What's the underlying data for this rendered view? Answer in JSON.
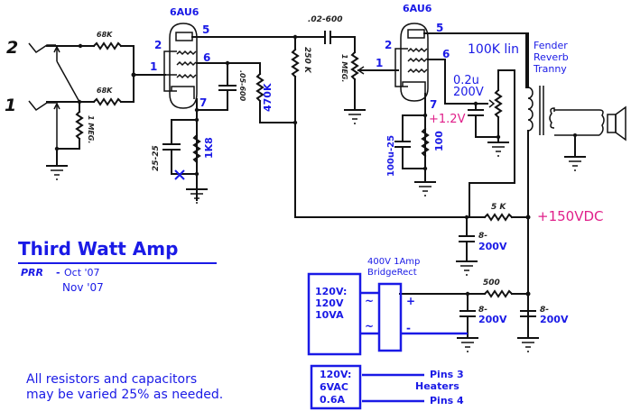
{
  "title": "Third Watt Amp",
  "credits": {
    "author": "PRR",
    "dash": "-",
    "date1": "Oct '07",
    "date2": "Nov '07"
  },
  "note": {
    "line1": "All resistors and capacitors",
    "line2": "may be varied 25% as needed."
  },
  "inputs": {
    "jack2": "2",
    "jack1": "1",
    "r_top": "68K",
    "r_bottom": "68K",
    "r_shunt": "1 MEG."
  },
  "stage1": {
    "tube": "6AU6",
    "pins": {
      "p5": "5",
      "p2": "2",
      "p6": "6",
      "p1": "1",
      "p7": "7"
    },
    "screen_cap": ".05-600",
    "screen_res": "470K",
    "plate_res": "250 K",
    "cathode_cap": "25-25",
    "cathode_res": "1K8"
  },
  "coupling": {
    "cap": ".02-600",
    "volume_pot": "1 MEG."
  },
  "stage2": {
    "tube": "6AU6",
    "pins": {
      "p5": "5",
      "p2": "2",
      "p6": "6",
      "p1": "1",
      "p7": "7"
    },
    "cathode_voltage": "+1.2V",
    "cathode_cap": "100u-25",
    "cathode_res": "100",
    "tone_pot": "100K lin",
    "tone_cap_line1": "0.2u",
    "tone_cap_line2": "200V"
  },
  "output": {
    "transformer_line1": "Fender",
    "transformer_line2": "Reverb",
    "transformer_line3": "Tranny"
  },
  "supply": {
    "rail_voltage": "+150VDC",
    "r_5k": "5 K",
    "r_500": "500",
    "cap1_value": "8-",
    "cap1_voltage": "200V",
    "cap2_value": "8-",
    "cap2_voltage": "200V",
    "cap3_value": "8-",
    "cap3_voltage": "200V",
    "rectifier_line1": "400V 1Amp",
    "rectifier_line2": "BridgeRect",
    "ac_symbol": "~",
    "plus": "+",
    "minus": "-",
    "transformer1": {
      "line1": "120V:",
      "line2": "120V",
      "line3": "10VA"
    },
    "transformer2": {
      "line1": "120V:",
      "line2": "6VAC",
      "line3": "0.6A"
    },
    "heater_pins3": "Pins 3",
    "heaters": "Heaters",
    "heater_pins4": "Pins 4"
  }
}
